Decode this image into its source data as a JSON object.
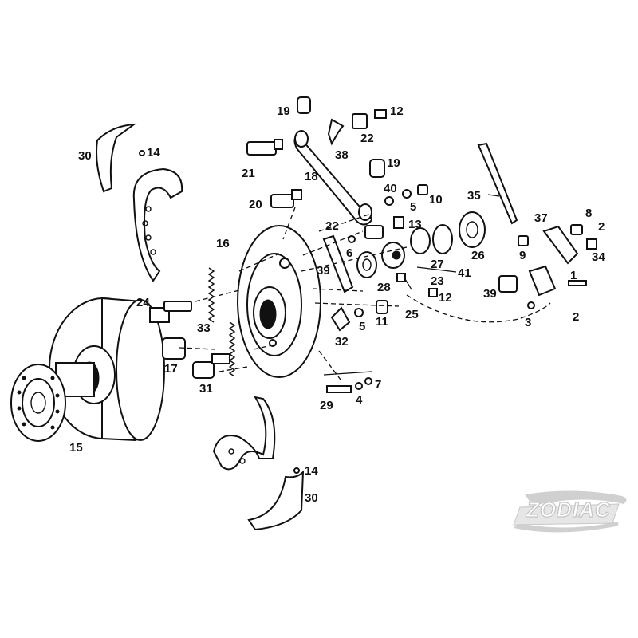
{
  "diagram": {
    "callouts": [
      {
        "id": "c30a",
        "text": "30"
      },
      {
        "id": "c14a",
        "text": "14"
      },
      {
        "id": "c19a",
        "text": "19"
      },
      {
        "id": "c22a",
        "text": "22"
      },
      {
        "id": "c12a",
        "text": "12"
      },
      {
        "id": "c38",
        "text": "38"
      },
      {
        "id": "c21",
        "text": "21"
      },
      {
        "id": "c18",
        "text": "18"
      },
      {
        "id": "c19b",
        "text": "19"
      },
      {
        "id": "c40",
        "text": "40"
      },
      {
        "id": "c5a",
        "text": "5"
      },
      {
        "id": "c10",
        "text": "10"
      },
      {
        "id": "c35",
        "text": "35"
      },
      {
        "id": "c20",
        "text": "20"
      },
      {
        "id": "c22b",
        "text": "22"
      },
      {
        "id": "c13",
        "text": "13"
      },
      {
        "id": "c8",
        "text": "8"
      },
      {
        "id": "c37",
        "text": "37"
      },
      {
        "id": "c2a",
        "text": "2"
      },
      {
        "id": "c16",
        "text": "16"
      },
      {
        "id": "c6",
        "text": "6"
      },
      {
        "id": "c26",
        "text": "26"
      },
      {
        "id": "c9",
        "text": "9"
      },
      {
        "id": "c34",
        "text": "34"
      },
      {
        "id": "c39a",
        "text": "39"
      },
      {
        "id": "c27",
        "text": "27"
      },
      {
        "id": "c41",
        "text": "41"
      },
      {
        "id": "c28",
        "text": "28"
      },
      {
        "id": "c23",
        "text": "23"
      },
      {
        "id": "c1",
        "text": "1"
      },
      {
        "id": "c12b",
        "text": "12"
      },
      {
        "id": "c39b",
        "text": "39"
      },
      {
        "id": "c24",
        "text": "24"
      },
      {
        "id": "c25",
        "text": "25"
      },
      {
        "id": "c5b",
        "text": "5"
      },
      {
        "id": "c11",
        "text": "11"
      },
      {
        "id": "c3",
        "text": "3"
      },
      {
        "id": "c2b",
        "text": "2"
      },
      {
        "id": "c33",
        "text": "33"
      },
      {
        "id": "c32",
        "text": "32"
      },
      {
        "id": "c17",
        "text": "17"
      },
      {
        "id": "c31",
        "text": "31"
      },
      {
        "id": "c7",
        "text": "7"
      },
      {
        "id": "c4",
        "text": "4"
      },
      {
        "id": "c29",
        "text": "29"
      },
      {
        "id": "c15",
        "text": "15"
      },
      {
        "id": "c14b",
        "text": "14"
      },
      {
        "id": "c30b",
        "text": "30"
      }
    ]
  },
  "logo": {
    "text": "ZODIAC",
    "icon": "zodiac-swoosh-logo"
  }
}
